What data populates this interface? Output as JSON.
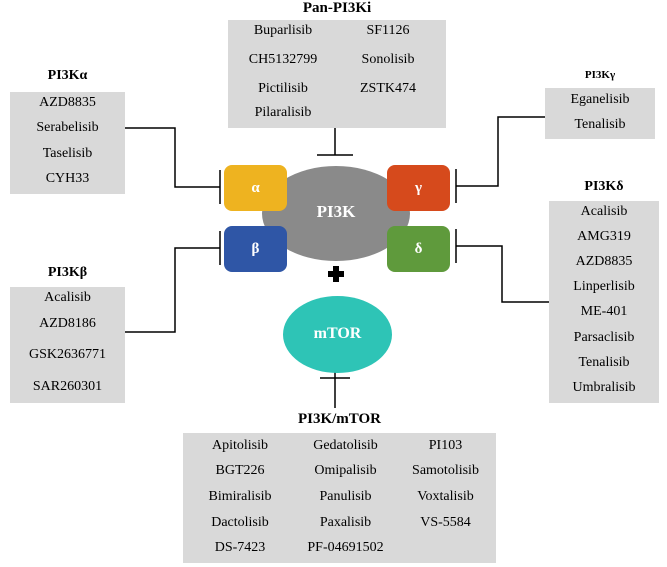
{
  "center": {
    "pi3k_label": "PI3K",
    "mtor_label": "mTOR",
    "plus": "+",
    "subunits": {
      "alpha": {
        "label": "α",
        "color": "#eeb320"
      },
      "beta": {
        "label": "β",
        "color": "#2f56a6"
      },
      "gamma": {
        "label": "γ",
        "color": "#d64a1c"
      },
      "delta": {
        "label": "δ",
        "color": "#5f9a3c"
      }
    },
    "pi3k_color": "#8a8a8a",
    "mtor_color": "#2ec4b6"
  },
  "groups": {
    "pan": {
      "title": "Pan-PI3Ki",
      "items": [
        "Buparlisib",
        "SF1126",
        "CH5132799",
        "Sonolisib",
        "Pictilisib",
        "ZSTK474",
        "Pilaralisib"
      ]
    },
    "alpha": {
      "title": "PI3Kα",
      "items": [
        "AZD8835",
        "Serabelisib",
        "Taselisib",
        "CYH33"
      ]
    },
    "gamma": {
      "title": "PI3Kγ",
      "items": [
        "Eganelisib",
        "Tenalisib"
      ]
    },
    "delta": {
      "title": "PI3Kδ",
      "items": [
        "Acalisib",
        "AMG319",
        "AZD8835",
        "Linperlisib",
        "ME-401",
        "Parsaclisib",
        "Tenalisib",
        "Umbralisib"
      ]
    },
    "beta": {
      "title": "PI3Kβ",
      "items": [
        "Acalisib",
        "AZD8186",
        "GSK2636771",
        "SAR260301"
      ]
    },
    "mtor": {
      "title": "PI3K/mTOR",
      "items": [
        "Apitolisib",
        "Gedatolisib",
        "PI103",
        "BGT226",
        "Omipalisib",
        "Samotolisib",
        "Bimiralisib",
        "Panulisib",
        "Voxtalisib",
        "Dactolisib",
        "Paxalisib",
        "VS-5584",
        "DS-7423",
        "PF-04691502"
      ]
    }
  },
  "box_color": "#d9d9d9"
}
